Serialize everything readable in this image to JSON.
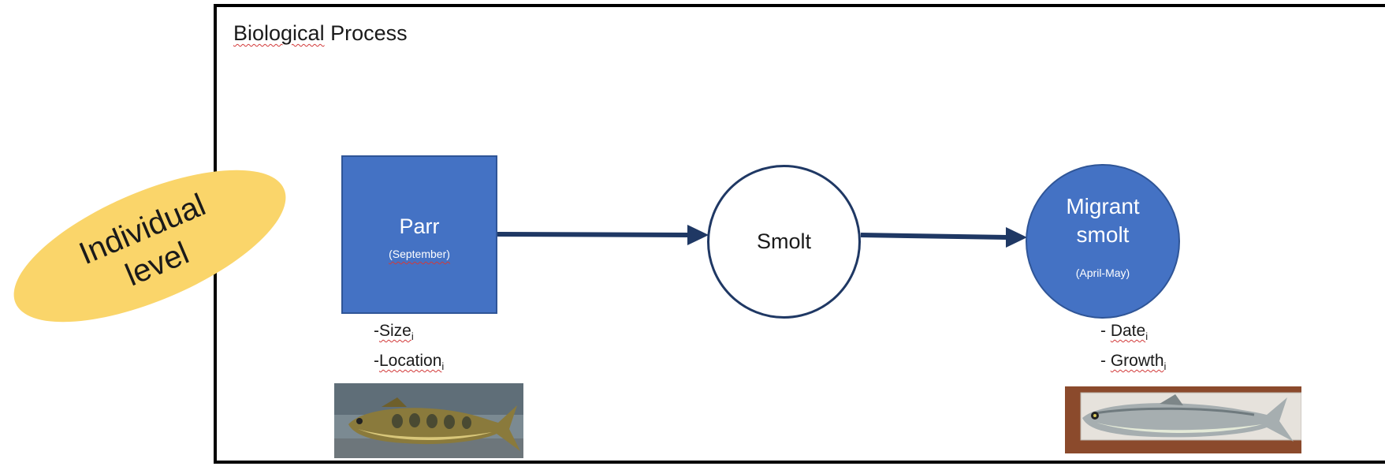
{
  "title": {
    "word1": "Biological",
    "word2": "Process"
  },
  "individual_level": {
    "line1": "Individual",
    "line2": "level"
  },
  "nodes": {
    "parr": {
      "name": "Parr",
      "sub": "(September)"
    },
    "smolt": {
      "name": "Smolt"
    },
    "migrant": {
      "name_line1": "Migrant",
      "name_line2": "smolt",
      "sub": "(April-May)"
    }
  },
  "parr_attributes": [
    {
      "prefix": "-",
      "word": "Size",
      "sub": "i"
    },
    {
      "prefix": "-",
      "word": "Location",
      "sub": "i"
    }
  ],
  "migrant_attributes": [
    {
      "prefix": "- ",
      "word": "Date",
      "sub": "i"
    },
    {
      "prefix": "- ",
      "word": "Growth",
      "sub": "i"
    }
  ],
  "colors": {
    "box_fill": "#4472c4",
    "arrow": "#1f3864",
    "ellipse": "#fad56a",
    "spellcheck": "#d23a3a"
  },
  "images": [
    {
      "name": "parr-fish-photo",
      "icon": "fish-photo"
    },
    {
      "name": "migrant-smolt-fish-photo",
      "icon": "fish-photo"
    }
  ]
}
